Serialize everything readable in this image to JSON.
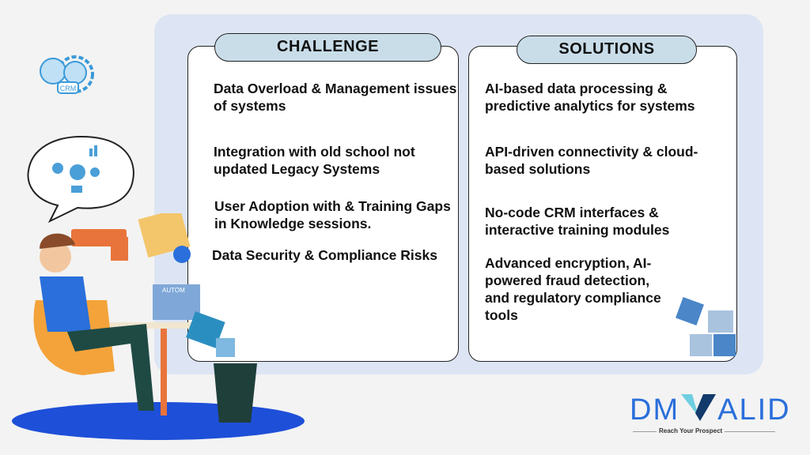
{
  "challenge": {
    "title": "CHALLENGE",
    "items": [
      "Data Overload & Management issues of systems",
      "Integration with old school not updated Legacy Systems",
      "User Adoption with  & Training Gaps in Knowledge sessions.",
      "Data Security & Compliance Risks"
    ]
  },
  "solutions": {
    "title": "SOLUTIONS",
    "items": [
      "AI-based data processing & predictive analytics for systems",
      "API-driven connectivity & cloud-based solutions",
      "No-code CRM interfaces & interactive training modules",
      "Advanced encryption, AI-powered fraud detection, and regulatory compliance tools"
    ]
  },
  "illustration": {
    "crm_badge": "CRM",
    "laptop_label": "AUTOM"
  },
  "logo": {
    "text_left": "DM",
    "text_right": "ALID",
    "tagline": "Reach Your Prospect"
  },
  "colors": {
    "panel": "#dde5f4",
    "pill": "#c9dde9",
    "brand": "#2a6fdb",
    "floor": "#1e4fd8"
  }
}
